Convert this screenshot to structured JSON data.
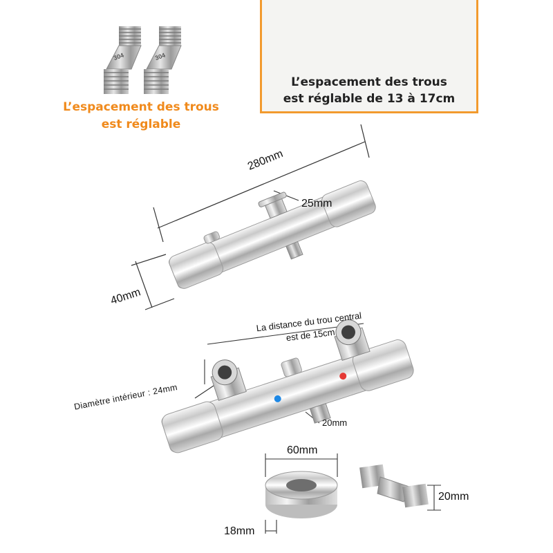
{
  "top_left": {
    "caption_line1": "L’espacement des trous",
    "caption_line2": "est réglable",
    "fitting_stamp": "304"
  },
  "callout": {
    "line1": "L’espacement des trous",
    "line2": "est réglable de 13 à 17cm",
    "accent": "#f29a2e"
  },
  "dimensions": {
    "length": "280mm",
    "outlet": "25mm",
    "height": "40mm",
    "center_distance_line1": "La distance du trou central",
    "center_distance_line2": "est de 15cm",
    "inner_diameter": "Diamètre intérieur : 24mm",
    "bottom_outlet": "20mm",
    "rosette_diameter": "60mm",
    "rosette_depth": "18mm",
    "fitting_thread": "20mm"
  },
  "colors": {
    "caption": "#f08a1c",
    "hot": "#e53935",
    "cold": "#1e88e5"
  }
}
